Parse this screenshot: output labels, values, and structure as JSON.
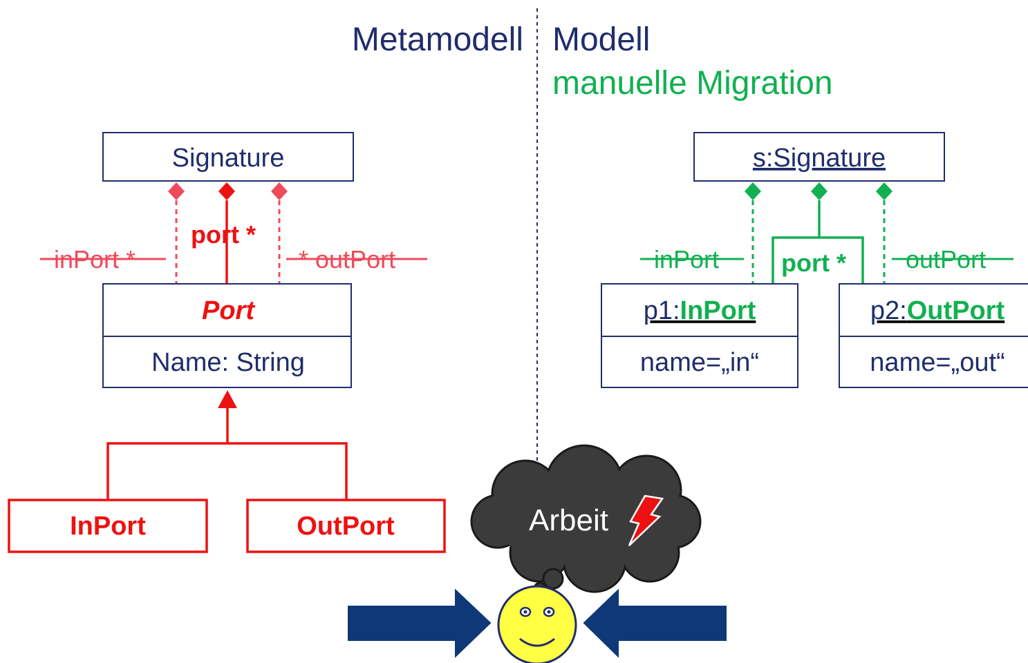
{
  "headings": {
    "left": "Metamodell",
    "right": "Modell",
    "subtitle": "manuelle Migration"
  },
  "metamodel": {
    "signature": "Signature",
    "assoc_in": "inPort *",
    "assoc_port": "port *",
    "assoc_out": "* outPort",
    "port_class": "Port",
    "port_attr": "Name: String",
    "inport": "InPort",
    "outport": "OutPort"
  },
  "model": {
    "signature": "s:Signature",
    "link_in": "inPort",
    "link_port": "port *",
    "link_out": "outPort",
    "p1_prefix": "p1:",
    "p1_type": "InPort",
    "p1_attr": "name=„in“",
    "p2_prefix": "p2:",
    "p2_type": "OutPort",
    "p2_attr": "name=„out“"
  },
  "thought": {
    "text": "Arbeit"
  },
  "colors": {
    "navy": "#1f2d6b",
    "red": "#ee1111",
    "pink": "#ef4a5a",
    "green": "#11b050",
    "cloud": "#3b3b3b",
    "face": "#ffff44",
    "arrow": "#0e3878"
  }
}
